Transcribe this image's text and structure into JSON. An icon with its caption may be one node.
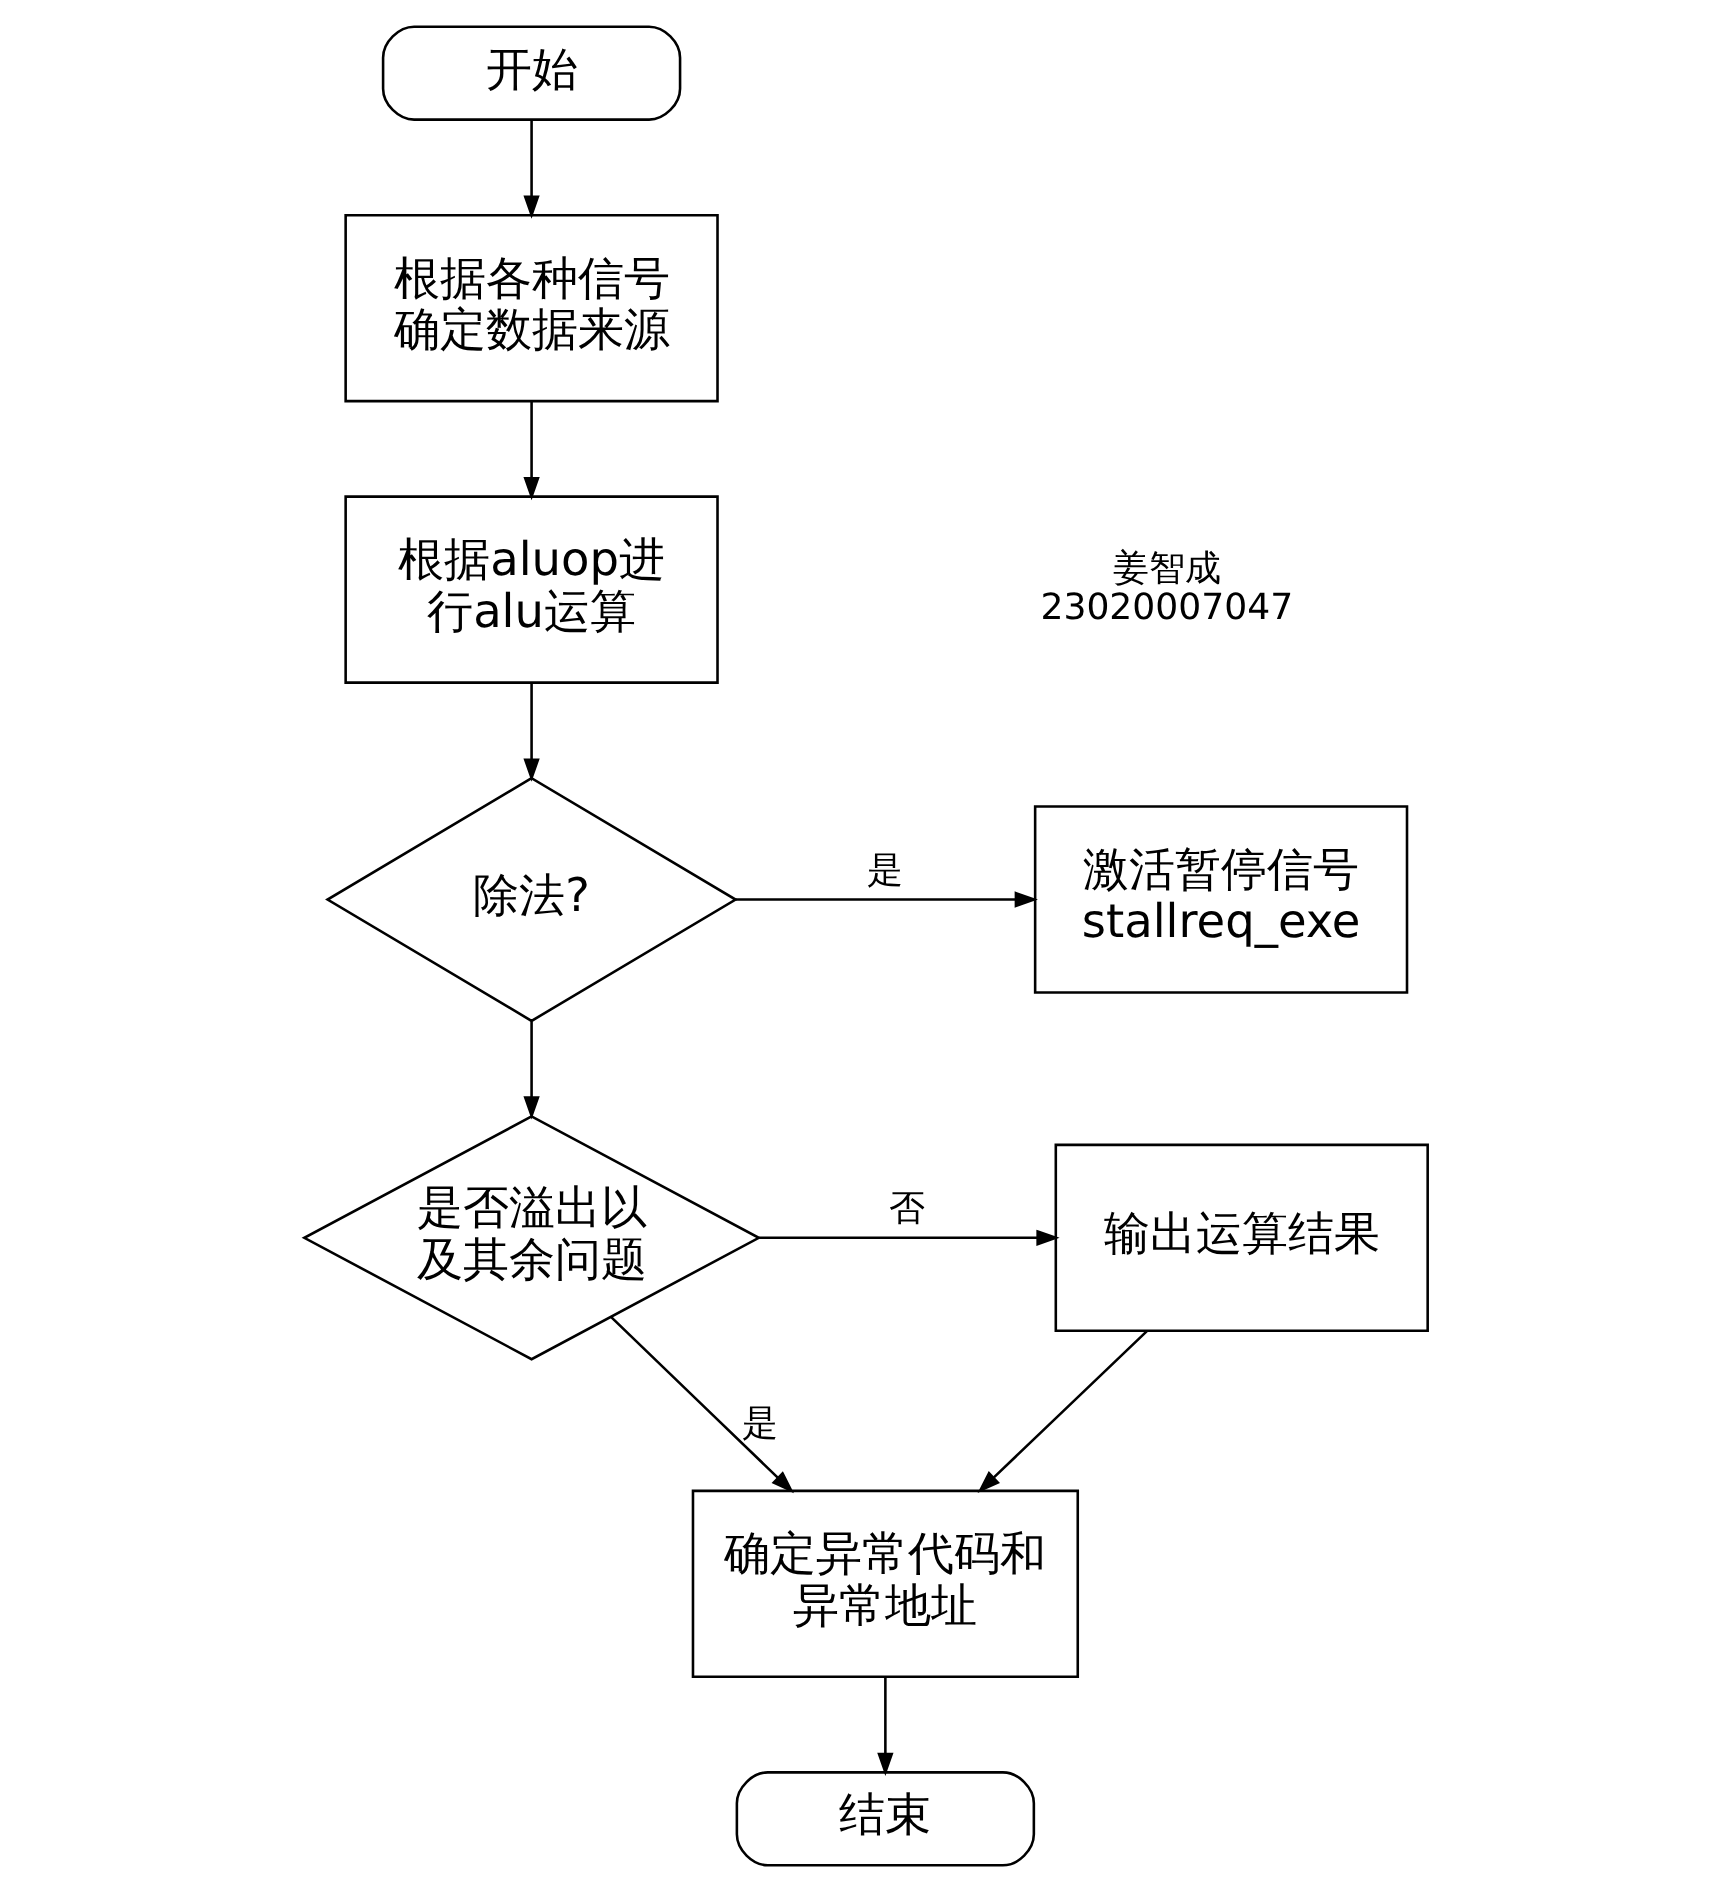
{
  "diagram": {
    "nodes": [
      {
        "text": [
          "开始"
        ]
      },
      {
        "text": [
          "根据各种信号确定数据来源"
        ]
      },
      {
        "text": [
          "根据aluop进行alu运算"
        ]
      },
      {
        "text": [
          "除法?"
        ]
      },
      {
        "text": [
          "激活暂停信号 stallreq_exe"
        ]
      },
      {
        "text": [
          "是否溢出以及其余问题"
        ]
      },
      {
        "text": [
          "输出运算结果"
        ]
      },
      {
        "text": [
          "确定异常代码和异常地址"
        ]
      },
      {
        "text": [
          "结束"
        ]
      }
    ],
    "edges": [
      {
        "from": 0,
        "to": 1,
        "arrow": "to"
      },
      {
        "from": 1,
        "to": 2,
        "arrow": "to"
      },
      {
        "from": 2,
        "to": 3,
        "arrow": "to"
      },
      {
        "from": 3,
        "to": 4,
        "arrow": "to",
        "label": "是"
      },
      {
        "from": 3,
        "to": 5,
        "arrow": "to"
      },
      {
        "from": 5,
        "to": 6,
        "arrow": "to",
        "label": "否"
      },
      {
        "from": 6,
        "to": 7,
        "arrow": "to"
      },
      {
        "from": 5,
        "to": 7,
        "arrow": "to",
        "label": "是"
      },
      {
        "from": 7,
        "to": 8,
        "arrow": "to"
      }
    ],
    "labels": [
      "姜智成",
      "23020007047"
    ]
  }
}
